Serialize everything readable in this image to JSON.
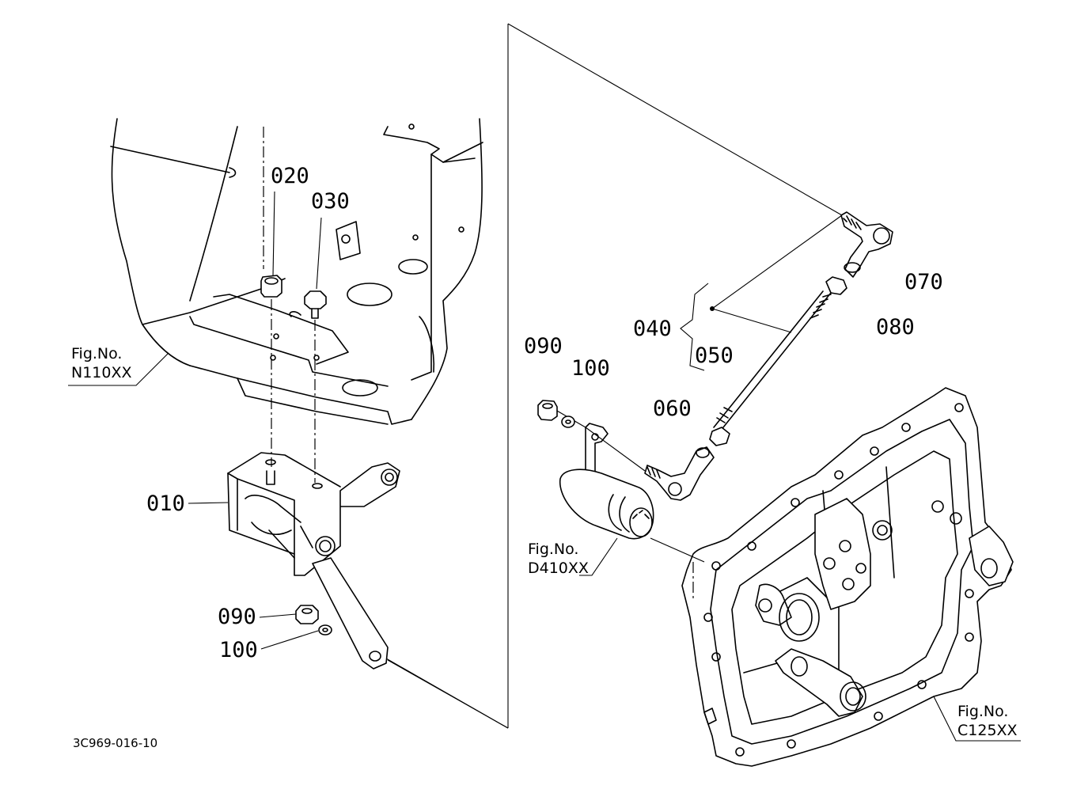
{
  "document_code": "3C969-016-10",
  "callouts": {
    "c010": "010",
    "c020": "020",
    "c030": "030",
    "c040": "040",
    "c050": "050",
    "c060": "060",
    "c070": "070",
    "c080": "080",
    "c090_left": "090",
    "c100_left": "100",
    "c090_right": "090",
    "c100_right": "100"
  },
  "figure_refs": {
    "n110": {
      "line1": "Fig.No.",
      "line2": "N110XX"
    },
    "d410": {
      "line1": "Fig.No.",
      "line2": "D410XX"
    },
    "c125": {
      "line1": "Fig.No.",
      "line2": "C125XX"
    }
  }
}
